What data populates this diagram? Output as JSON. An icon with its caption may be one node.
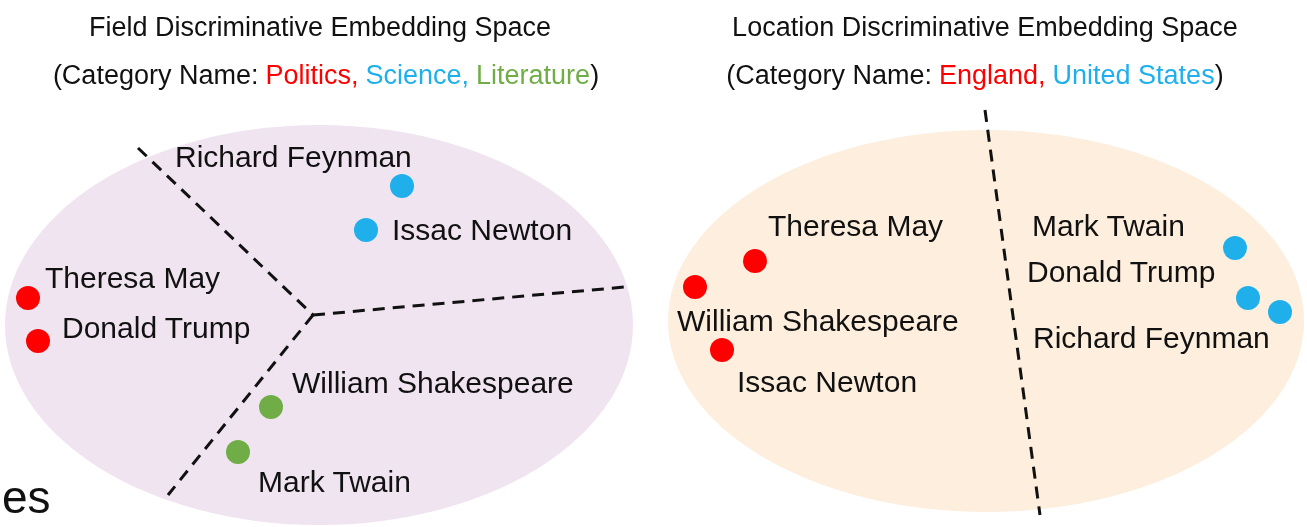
{
  "diagram": {
    "nodes": [
      {
        "text": [],
        "shape": "ellipse"
      },
      {
        "text": [],
        "shape": "circle",
        "in": 0,
        "beside": [
          "Richard Feynman"
        ]
      },
      {
        "text": [],
        "shape": "circle",
        "in": 0,
        "beside": [
          "Issac Newton"
        ]
      },
      {
        "text": [],
        "shape": "circle",
        "in": 0,
        "beside": [
          "Theresa May"
        ]
      },
      {
        "text": [],
        "shape": "circle",
        "in": 0,
        "beside": [
          "Donald Trump"
        ]
      },
      {
        "text": [],
        "shape": "circle",
        "in": 0,
        "beside": [
          "William Shakespeare"
        ]
      },
      {
        "text": [],
        "shape": "circle",
        "in": 0,
        "beside": [
          "Mark Twain"
        ]
      },
      {
        "text": [],
        "shape": "ellipse"
      },
      {
        "text": [],
        "shape": "circle",
        "in": 7,
        "beside": [
          "Theresa May"
        ]
      },
      {
        "text": [],
        "shape": "circle",
        "in": 7,
        "beside": [
          "William Shakespeare"
        ]
      },
      {
        "text": [],
        "shape": "circle",
        "in": 7,
        "beside": [
          "Issac Newton"
        ]
      },
      {
        "text": [],
        "shape": "circle",
        "in": 7,
        "beside": [
          "Mark Twain"
        ]
      },
      {
        "text": [],
        "shape": "circle",
        "in": 7,
        "beside": [
          "Donald Trump"
        ]
      },
      {
        "text": [],
        "shape": "circle",
        "in": 7,
        "beside": [
          "Richard Feynman"
        ]
      }
    ],
    "edges": [],
    "labels": [
      "Field Discriminative Embedding Space",
      "(Category Name:",
      ")",
      "Location Discriminative Embedding Space",
      "(Category Name:",
      ")",
      "es"
    ],
    "legend": [
      {
        "text": "Politics,",
        "color": "#ff0000"
      },
      {
        "text": "Science,",
        "color": "#1fb0ec"
      },
      {
        "text": "Literature",
        "color": "#70ad47"
      },
      {
        "text": "England,",
        "color": "#ff0000"
      },
      {
        "text": "United States",
        "color": "#1fb0ec"
      }
    ]
  }
}
